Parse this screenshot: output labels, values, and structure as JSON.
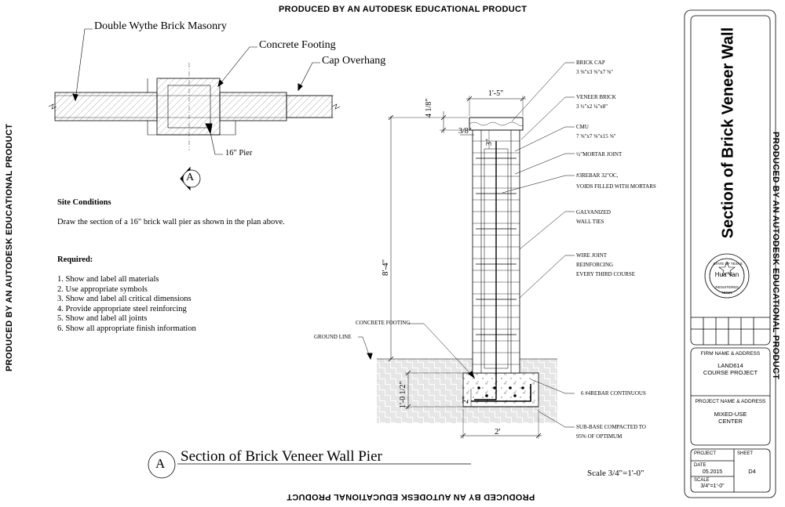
{
  "watermark": "PRODUCED BY AN AUTODESK EDUCATIONAL PRODUCT",
  "plan": {
    "labels": {
      "masonry": "Double Wythe Brick Masonry",
      "footing": "Concrete Footing",
      "overhang": "Cap Overhang",
      "pier": "16\" Pier"
    },
    "section_marker": "A"
  },
  "site": {
    "heading": "Site Conditions",
    "instruction": "Draw the section of a 16\" brick wall pier as shown in the plan above.",
    "required_heading": "Required:",
    "requirements": [
      "1.  Show and label all materials",
      "2.  Use appropriate symbols",
      "3.  Show and label all critical dimensions",
      "4.  Provide appropriate steel reinforcing",
      "5.  Show and label all joints",
      "6.  Show all appropriate finish information"
    ]
  },
  "section": {
    "dimensions": {
      "top_width": "1'-5\"",
      "cap_height": "4 1/8\"",
      "offset": "3/8\"",
      "cover": "3\"",
      "wall_height": "8'-4\"",
      "footing_height": "1'-0 1/2\"",
      "footing_cover": "2\"",
      "footing_width": "2'"
    },
    "callouts": {
      "brick_cap_1": "BRICK CAP",
      "brick_cap_2": "3 ⅝\"x3 ⅝\"x7 ⅝\"",
      "veneer_1": "VENEER BRICK",
      "veneer_2": "3 ½\"x2 ¼\"x8\"",
      "cmu_1": "CMU",
      "cmu_2": "7 ⅝\"x7 ⅝\"x15 ⅝\"",
      "mortar": "½\"MORTAR JOINT",
      "rebar_1": "#3REBAR 32\"OC,",
      "rebar_2": "VOIDS FILLED WITH MORTARS",
      "ties_1": "GALVANIZED",
      "ties_2": "WALL TIES",
      "wire_1": "WIRE JOINT",
      "wire_2": "REINFORCING",
      "wire_3": "EVERY THIRD COURSE",
      "concrete_footing": "CONCRETE FOOTING",
      "ground_line": "GROUND LINE",
      "rebar_cont": "6 #4REBAR CONTINUOUS",
      "subbase_1": "SUB-BASE COMPACTED TO",
      "subbase_2": "95% OF OPTIMUM"
    }
  },
  "drawing_title": {
    "marker": "A",
    "title": "Section of Brick Veneer Wall Pier",
    "scale": "Scale 3/4\"=1'-0\""
  },
  "title_block": {
    "sheet_title": "Section of Brick Veneer Wall",
    "seal": {
      "top": "STATE OF TEXAS",
      "name": "Hua Yan",
      "bottom": "REGISTERED",
      "number": "NNNN"
    },
    "firm_label": "FIRM NAME & ADDRESS",
    "firm_1": "LAND614",
    "firm_2": "COURSE PROJECT",
    "project_label": "PROJECT NAME & ADDRESS",
    "project_1": "MIXED-USE",
    "project_2": "CENTER",
    "project_field": "PROJECT",
    "sheet_field": "SHEET",
    "sheet_value": "D4",
    "date_field": "DATE",
    "date_value": "05.2015",
    "scale_field": "SCALE",
    "scale_value": "3/4\"=1'-0\""
  }
}
